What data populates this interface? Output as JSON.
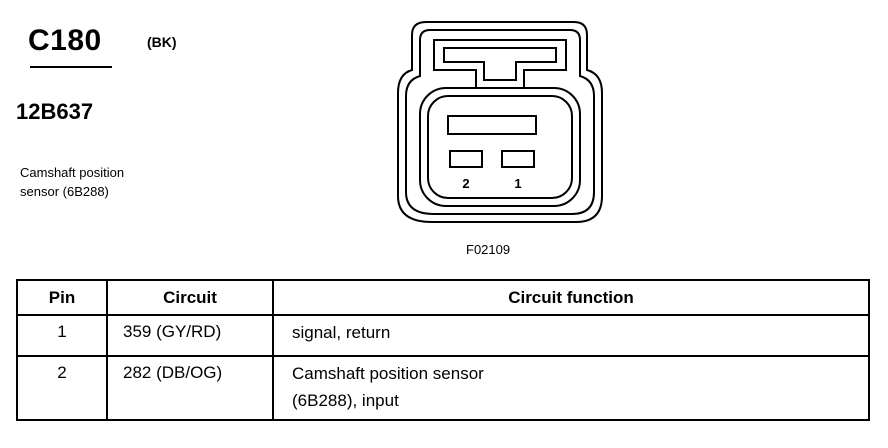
{
  "connector": {
    "id": "C180",
    "color_code": "(BK)",
    "part_number": "12B637",
    "description_line1": "Camshaft position",
    "description_line2": "sensor (6B288)"
  },
  "figure": {
    "label": "F02109",
    "pin_labels": [
      "2",
      "1"
    ]
  },
  "table": {
    "headers": {
      "pin": "Pin",
      "circuit": "Circuit",
      "function": "Circuit function"
    },
    "rows": [
      {
        "pin": "1",
        "circuit": "359 (GY/RD)",
        "function_line1": "signal, return",
        "function_line2": ""
      },
      {
        "pin": "2",
        "circuit": "282 (DB/OG)",
        "function_line1": "Camshaft position sensor",
        "function_line2": "(6B288), input"
      }
    ]
  }
}
